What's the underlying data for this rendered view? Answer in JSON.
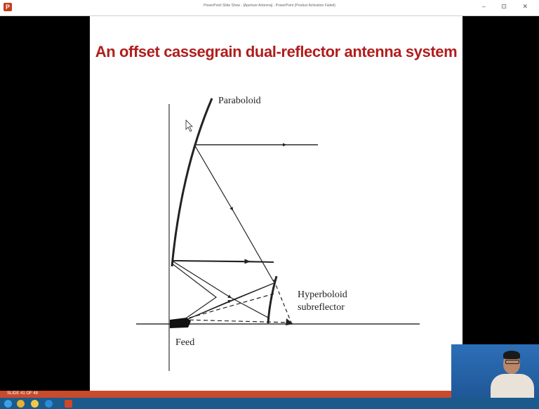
{
  "window": {
    "title": "PowerPoint Slide Show - [Aperture Antenna] - PowerPoint (Product Activation Failed)",
    "app_icon": "powerpoint-icon",
    "controls": "– ⊡ ✕"
  },
  "slide": {
    "title": "An offset cassegrain dual-reflector antenna system",
    "diagram": {
      "paraboloid_label": "Paraboloid",
      "hyperboloid_label_line1": "Hyperboloid",
      "hyperboloid_label_line2": "subreflector",
      "feed_label": "Feed"
    }
  },
  "status": {
    "slide_count": "SLIDE 41 OF 48"
  },
  "colors": {
    "title_red": "#b11d1d",
    "status_bar": "#c94b2b",
    "taskbar": "#1a5a8c"
  }
}
